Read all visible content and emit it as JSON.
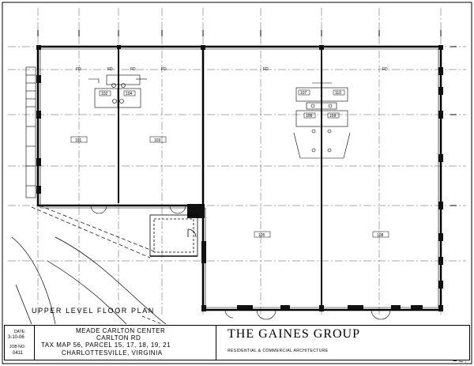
{
  "drawing": {
    "plan_label": "UPPER LEVEL FLOOR PLAN",
    "rooms": [
      {
        "id": "r101",
        "label": "101"
      },
      {
        "id": "r102",
        "label": "102"
      },
      {
        "id": "r103",
        "label": "103"
      },
      {
        "id": "r104",
        "label": "104"
      },
      {
        "id": "r105",
        "label": "105"
      },
      {
        "id": "r106",
        "label": "106"
      },
      {
        "id": "r107",
        "label": "107"
      },
      {
        "id": "r108",
        "label": "108"
      },
      {
        "id": "r109",
        "label": "109"
      },
      {
        "id": "r110",
        "label": "110"
      }
    ],
    "fixture_tag": "FD"
  },
  "title_block": {
    "date_label": "DATE:",
    "date_value": "3-10-06",
    "job_label": "JOB NO:",
    "job_value": "0411",
    "project_line1": "MEADE CARLTON CENTER",
    "project_line2": "CARLTON RD",
    "project_line3": "TAX MAP 56, PARCEL 15, 17, 18, 19, 21",
    "project_line4": "CHARLOTTESVILLE, VIRGINIA",
    "firm_name": "THE GAINES GROUP",
    "firm_tagline": "RESIDENTIAL & COMMERCIAL ARCHITECTURE"
  }
}
